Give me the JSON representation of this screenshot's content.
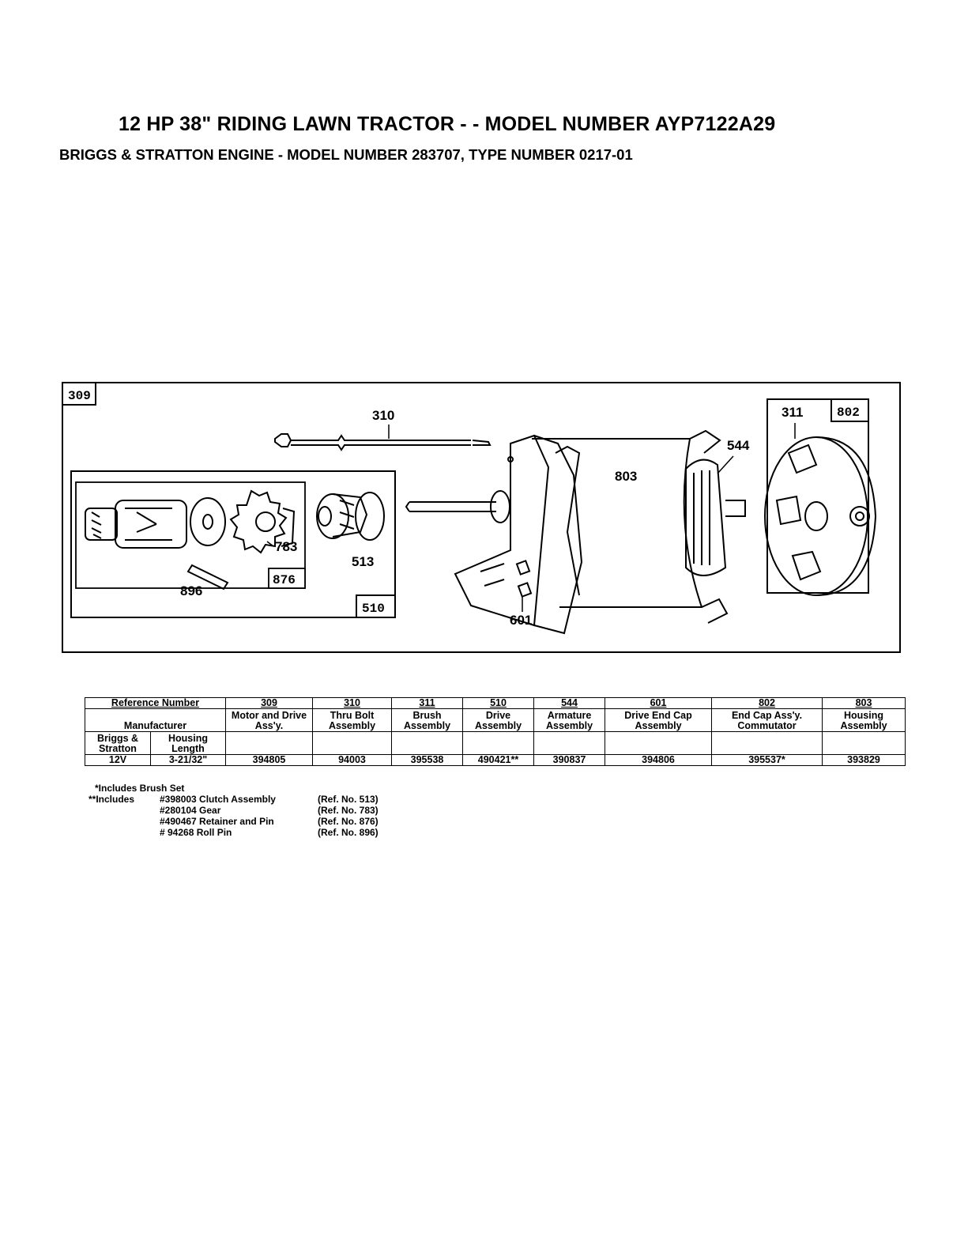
{
  "header": {
    "title": "12 HP 38\" RIDING LAWN TRACTOR - - MODEL NUMBER AYP7122A29",
    "subtitle": "BRIGGS & STRATTON ENGINE - MODEL NUMBER 283707, TYPE NUMBER 0217-01"
  },
  "diagram": {
    "boxed_labels": [
      "309",
      "802",
      "876",
      "510"
    ],
    "part_labels": [
      "310",
      "311",
      "544",
      "803",
      "783",
      "513",
      "896",
      "601"
    ]
  },
  "table": {
    "ref_header": "Reference Number",
    "manufacturer_header": "Manufacturer",
    "col_briggs": "Briggs & Stratton",
    "col_housing": "Housing Length",
    "columns": [
      {
        "ref": "309",
        "desc": "Motor and Drive Ass'y."
      },
      {
        "ref": "310",
        "desc": "Thru Bolt Assembly"
      },
      {
        "ref": "311",
        "desc": "Brush Assembly"
      },
      {
        "ref": "510",
        "desc": "Drive Assembly"
      },
      {
        "ref": "544",
        "desc": "Armature Assembly"
      },
      {
        "ref": "601",
        "desc": "Drive End Cap Assembly"
      },
      {
        "ref": "802",
        "desc": "End Cap Ass'y. Commutator"
      },
      {
        "ref": "803",
        "desc": "Housing Assembly"
      }
    ],
    "row": {
      "voltage": "12V",
      "housing_length": "3-21/32\"",
      "values": [
        "394805",
        "94003",
        "395538",
        "490421**",
        "390837",
        "394806",
        "395537*",
        "393829"
      ]
    }
  },
  "notes": {
    "note1": "*Includes Brush Set",
    "note2_label": "**Includes",
    "items": [
      {
        "text": "#398003 Clutch Assembly",
        "ref": "(Ref. No. 513)"
      },
      {
        "text": "#280104 Gear",
        "ref": "(Ref. No. 783)"
      },
      {
        "text": "#490467 Retainer and Pin",
        "ref": "(Ref. No. 876)"
      },
      {
        "text": "# 94268 Roll Pin",
        "ref": "(Ref. No. 896)"
      }
    ]
  }
}
